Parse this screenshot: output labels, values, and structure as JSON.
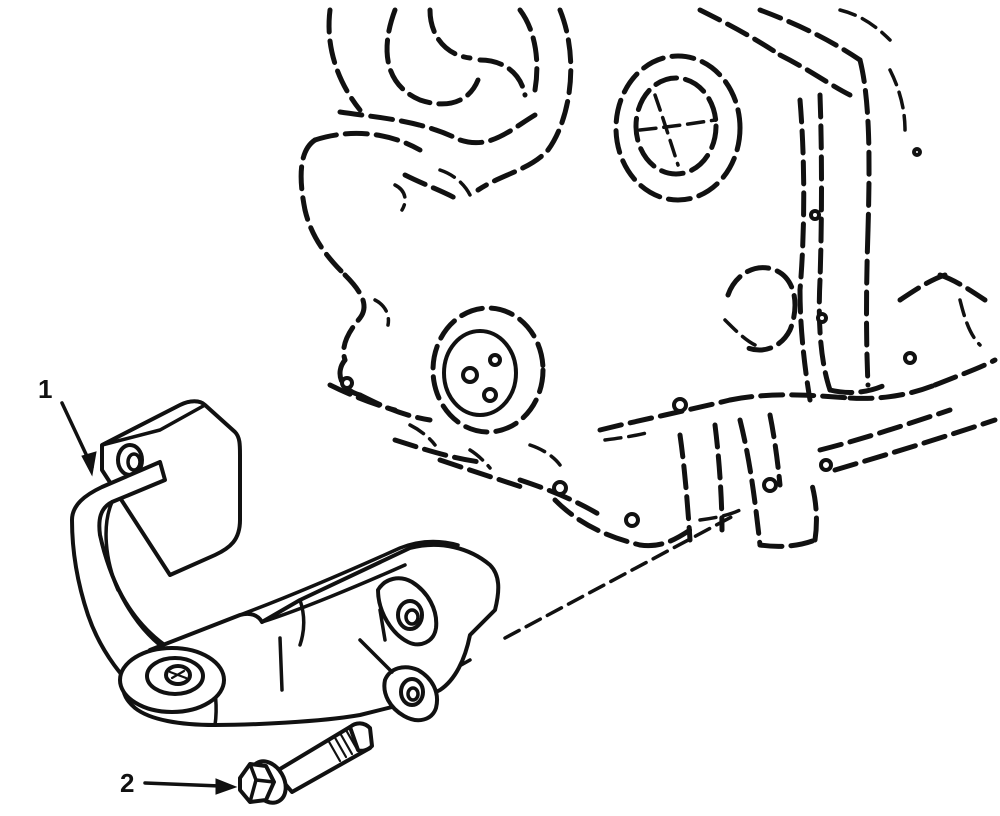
{
  "diagram": {
    "colors": {
      "ink": "#111111",
      "paper": "#ffffff"
    },
    "callouts": [
      {
        "id": "bracket",
        "label": "1"
      },
      {
        "id": "bolt",
        "label": "2"
      }
    ],
    "parts": [
      {
        "id": "engine-front-cover",
        "style": "dashed-phantom"
      },
      {
        "id": "mounting-bracket",
        "style": "solid"
      },
      {
        "id": "bracket-bolt",
        "style": "solid"
      }
    ]
  }
}
